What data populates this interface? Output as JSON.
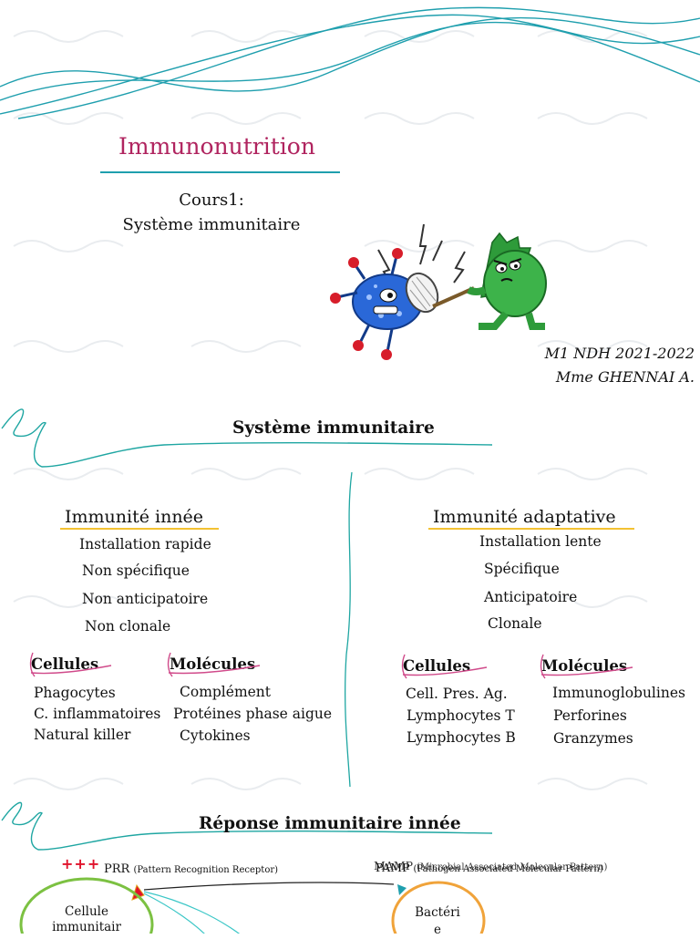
{
  "slide1": {
    "title": "Immunonutrition",
    "course_line1": "Cours1:",
    "course_line2": "Système immunitaire",
    "meta_line1": "M1 NDH  2021-2022",
    "meta_line2": "Mme GHENNAI A.",
    "illustration": "virus-vs-microbe-cartoon"
  },
  "slide2": {
    "title": "Système immunitaire",
    "innate": {
      "heading": "Immunité innée",
      "properties": [
        "Installation rapide",
        "Non spécifique",
        "Non anticipatoire",
        "Non clonale"
      ],
      "cells_heading": "Cellules",
      "molecules_heading": "Molécules",
      "cells": [
        "Phagocytes",
        "C. inflammatoires",
        "Natural killer"
      ],
      "molecules": [
        "Complément",
        "Protéines phase aigue",
        "Cytokines"
      ]
    },
    "adaptive": {
      "heading": "Immunité adaptative",
      "properties": [
        "Installation lente",
        "Spécifique",
        "Anticipatoire",
        "Clonale"
      ],
      "cells_heading": "Cellules",
      "molecules_heading": "Molécules",
      "cells": [
        "Cell. Pres. Ag.",
        "Lymphocytes T",
        "Lymphocytes B"
      ],
      "molecules": [
        "Immunoglobulines",
        "Perforines",
        "Granzymes"
      ]
    }
  },
  "slide3": {
    "title": "Réponse immunitaire innée",
    "plus_signs": "+++",
    "prr_label": "PRR",
    "prr_desc": "(Pattern Recognition Receptor)",
    "pamp_label": "PAMP",
    "pamp_desc": "(Pathogen Associated Molecular Pattern)",
    "mamp_label": "MAMP",
    "mamp_desc": "(Microbial Associated Molecular Pattern)",
    "cell_line1": "Cellule",
    "cell_line2": "immunitair",
    "bacteria_line1": "Bactéri",
    "bacteria_line2": "e"
  },
  "colors": {
    "title_magenta": "#b0245f",
    "teal_line": "#1f9fae",
    "yellow_underline": "#f3c232",
    "pink_underline": "#d04a8a",
    "green_circle": "#7cc142",
    "orange_circle": "#f0a33a",
    "red_plus": "#e0122b"
  }
}
